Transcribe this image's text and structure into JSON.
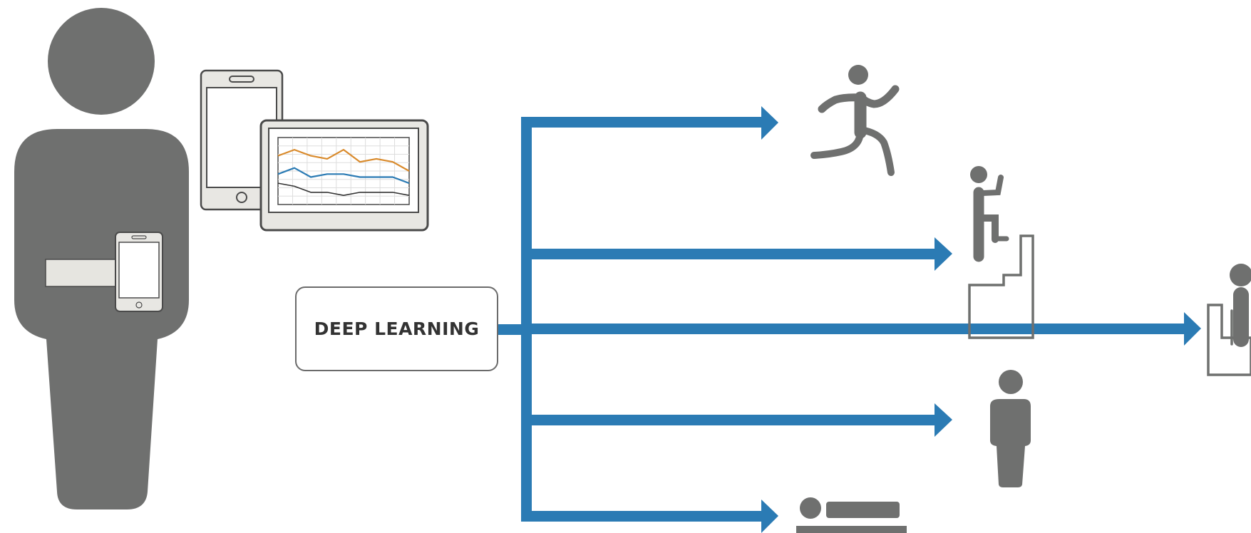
{
  "model": {
    "label": "DEEP LEARNING"
  },
  "colors": {
    "figure": "#6f706f",
    "arrow": "#2b7bb4",
    "device_frame": "#4a4a4a",
    "device_bezel": "#e8e7e3",
    "armband": "#e6e5e0",
    "series_orange": "#d98a2b",
    "series_blue": "#2b7bb4",
    "series_black": "#333333",
    "grid": "#dddddd"
  },
  "icons": {
    "wearer": "person-icon",
    "devices": [
      "smartphone-icon",
      "tablet-icon",
      "armband-phone-icon"
    ],
    "activities": [
      "running-icon",
      "climbing-stairs-icon",
      "descending-stairs-icon",
      "standing-icon",
      "lying-down-icon"
    ]
  },
  "tablet_chart": {
    "type": "line",
    "series": [
      {
        "color_key": "series_orange",
        "values": [
          8,
          9,
          8,
          7.5,
          9,
          7,
          7.5,
          7,
          5.5
        ]
      },
      {
        "color_key": "series_blue",
        "values": [
          5,
          6,
          4.5,
          5,
          5,
          4.5,
          4.5,
          4.5,
          3.5
        ]
      },
      {
        "color_key": "series_black",
        "values": [
          3.5,
          3,
          2,
          2,
          1.5,
          2,
          2,
          2,
          1.5
        ]
      }
    ],
    "ylim": [
      0,
      11
    ]
  }
}
